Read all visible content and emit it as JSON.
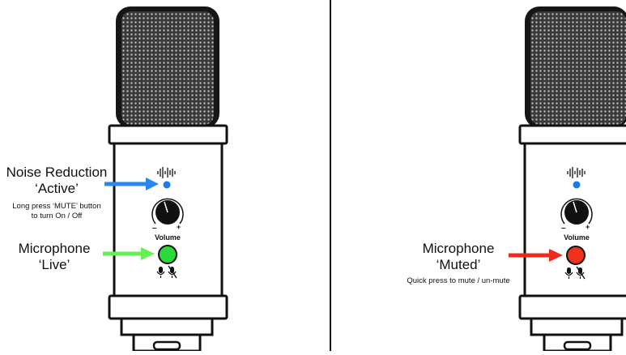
{
  "left_panel": {
    "noise_reduction": {
      "title": "Noise Reduction",
      "state": "‘Active’",
      "hint_line1": "Long press ‘MUTE’ button",
      "hint_line2": "to turn On / Off",
      "indicator_color": "#1b7bea",
      "arrow_color": "#2a85ef"
    },
    "microphone": {
      "title": "Microphone",
      "state": "‘Live’",
      "led_color": "#2fd83a",
      "arrow_color": "#66ee55"
    },
    "volume_label": "Volume"
  },
  "right_panel": {
    "microphone": {
      "title": "Microphone",
      "state": "‘Muted’",
      "hint": "Quick press to mute / un-mute",
      "led_color": "#f0311c",
      "arrow_color": "#ee2a1e"
    },
    "noise_indicator_color": "#1b7bea",
    "volume_label": "Volume"
  },
  "icons": {
    "noise": "waveform-icon",
    "mute_toggle": "mic-and-mic-off-icon",
    "knob": "volume-knob"
  },
  "knob_symbols": {
    "minus": "–",
    "plus": "+"
  }
}
